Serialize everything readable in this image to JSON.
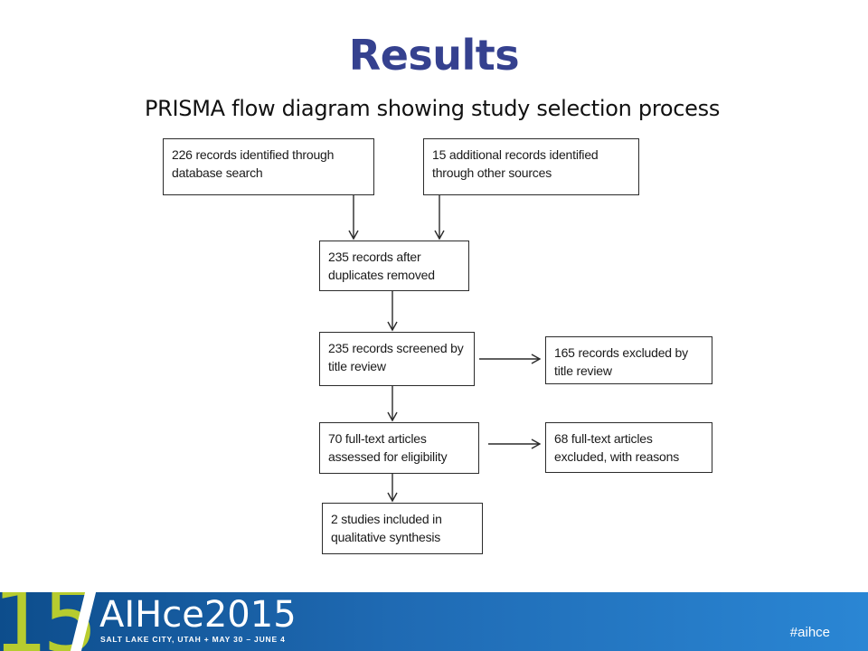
{
  "slide": {
    "title": "Results",
    "subtitle": "PRISMA flow diagram showing study selection process"
  },
  "diagram": {
    "boxes": [
      {
        "id": "identified-database",
        "text": "226 records identified through database search"
      },
      {
        "id": "identified-other",
        "text": "15 additional records identified through other sources"
      },
      {
        "id": "after-duplicates",
        "text": "235 records after duplicates removed"
      },
      {
        "id": "screened",
        "text": "235 records screened by title review"
      },
      {
        "id": "excluded-title",
        "text": "165 records excluded by title review"
      },
      {
        "id": "assessed",
        "text": "70 full-text articles assessed for eligibility"
      },
      {
        "id": "excluded-fulltext",
        "text": "68 full-text articles excluded, with reasons"
      },
      {
        "id": "included",
        "text": "2 studies included in qualitative synthesis"
      }
    ],
    "edges": [
      {
        "from": "identified-database",
        "to": "after-duplicates"
      },
      {
        "from": "identified-other",
        "to": "after-duplicates"
      },
      {
        "from": "after-duplicates",
        "to": "screened"
      },
      {
        "from": "screened",
        "to": "excluded-title"
      },
      {
        "from": "screened",
        "to": "assessed"
      },
      {
        "from": "assessed",
        "to": "excluded-fulltext"
      },
      {
        "from": "assessed",
        "to": "included"
      }
    ]
  },
  "footer": {
    "logo_number": "15",
    "brand": "AIHce2015",
    "location": "SALT LAKE CITY, UTAH  +  MAY 30 – JUNE 4",
    "hashtag": "#aihce",
    "colors": {
      "banner": "#1f6ab3",
      "accent": "#b7cc2f"
    }
  }
}
